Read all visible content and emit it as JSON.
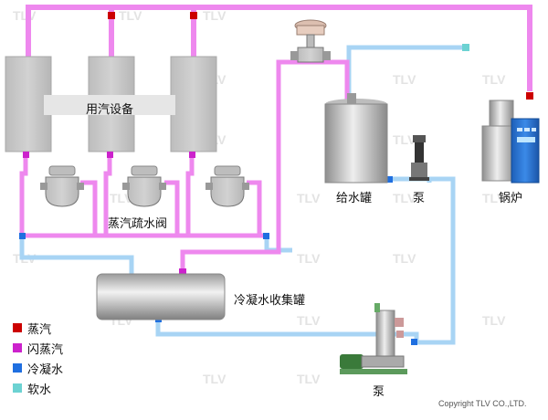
{
  "colors": {
    "steam": "#cc0000",
    "flash_steam": "#ee88ee",
    "condensate": "#1f6fe0",
    "soft_water": "#a8d4f4",
    "soft_water_tip": "#6cd2d2"
  },
  "labels": {
    "steam_equipment": "用汽设备",
    "steam_traps": "蒸汽疏水阀",
    "condensate_tank": "冷凝水收集罐",
    "feedwater_tank": "给水罐",
    "pump_top": "泵",
    "boiler": "锅炉",
    "pump_bottom": "泵"
  },
  "legend": [
    {
      "label": "蒸汽",
      "color": "#cc0000"
    },
    {
      "label": "闪蒸汽",
      "color": "#cc22cc"
    },
    {
      "label": "冷凝水",
      "color": "#1f6fe0"
    },
    {
      "label": "软水",
      "color": "#6cd2d2"
    }
  ],
  "watermark": "TLV",
  "copyright": "Copyright TLV CO.,LTD."
}
